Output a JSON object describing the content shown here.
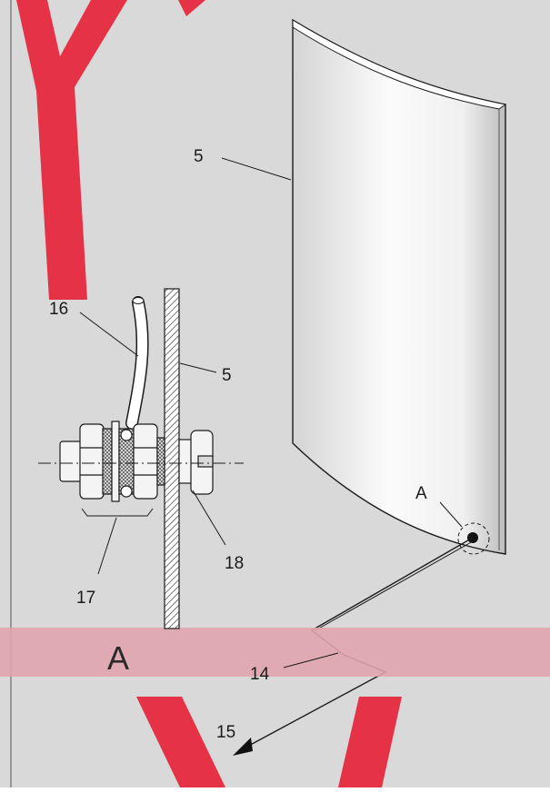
{
  "callouts": {
    "panel_top": "5",
    "bracket_wall": "5",
    "cable": "16",
    "nut_group": "17",
    "clamp_screw": "18",
    "detail_marker": "A",
    "ground_wire": "14",
    "earth_arrow": "15"
  },
  "watermark": {
    "band_letter": "A",
    "band_color": "#e0a4ad",
    "stroke_color": "#e63246"
  },
  "colors": {
    "background": "#d9d9d9",
    "panel": "#f4f4f4",
    "line": "#1a1a1a"
  }
}
